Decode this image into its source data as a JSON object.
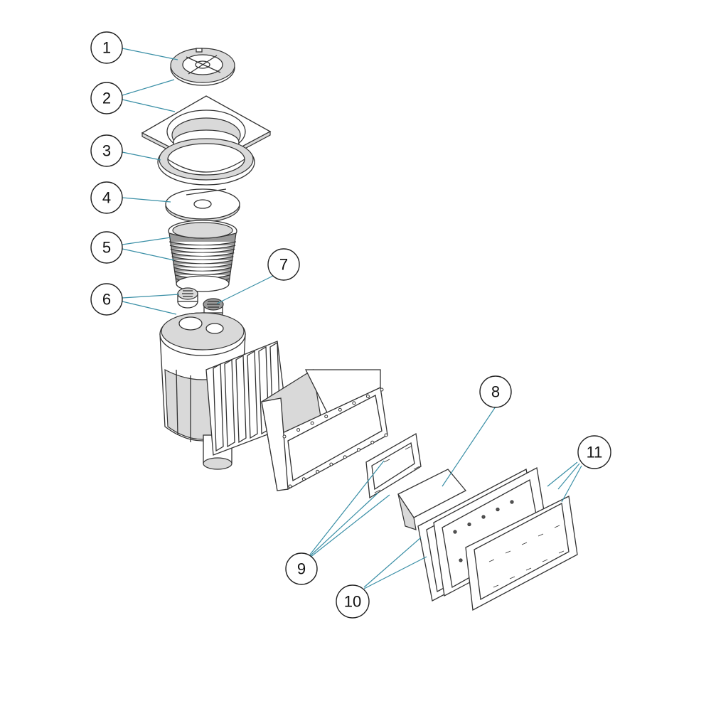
{
  "callouts": [
    {
      "id": "1",
      "label": "1"
    },
    {
      "id": "2",
      "label": "2"
    },
    {
      "id": "3",
      "label": "3"
    },
    {
      "id": "4",
      "label": "4"
    },
    {
      "id": "5",
      "label": "5"
    },
    {
      "id": "6",
      "label": "6"
    },
    {
      "id": "7",
      "label": "7"
    },
    {
      "id": "8",
      "label": "8"
    },
    {
      "id": "9",
      "label": "9"
    },
    {
      "id": "10",
      "label": "10"
    },
    {
      "id": "11",
      "label": "11"
    }
  ],
  "colors": {
    "leader": "#3a8fa6",
    "outline": "#333333",
    "background": "#ffffff"
  }
}
